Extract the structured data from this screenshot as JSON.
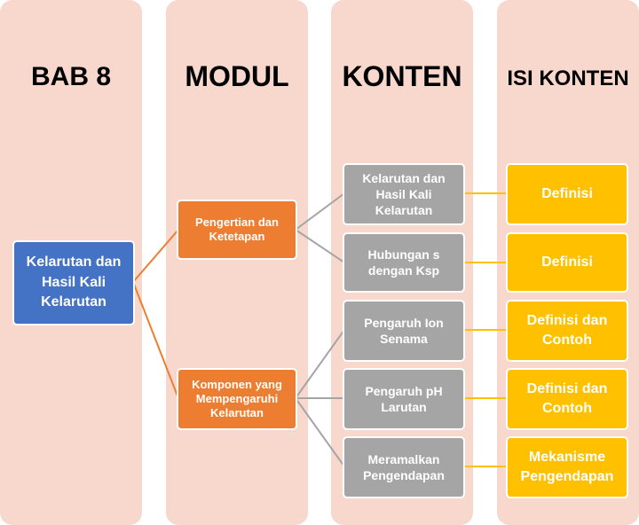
{
  "colors": {
    "column_background": "#f8d7cd",
    "topic": "#4472c4",
    "modul": "#ed7d31",
    "konten": "#a5a5a5",
    "isi": "#ffc000",
    "connector_orange": "#ed7d31",
    "connector_gray": "#a5a5a5",
    "connector_yellow": "#ffc000"
  },
  "columns": {
    "bab": "BAB 8",
    "modul": "MODUL",
    "konten": "KONTEN",
    "isi": "ISI KONTEN"
  },
  "topic": "Kelarutan  dan\nHasil  Kali\nKelarutan",
  "modules": [
    {
      "label": "Pengertian dan\nKetetapan",
      "contents": [
        {
          "label": "Kelarutan dan\nHasil Kali\nKelarutan",
          "isi": "Definisi"
        },
        {
          "label": "Hubungan s\ndengan Ksp",
          "isi": "Definisi"
        }
      ]
    },
    {
      "label": "Komponen yang\nMempengaruhi\nKelarutan",
      "contents": [
        {
          "label": "Pengaruh Ion\nSenama",
          "isi": "Definisi dan\nContoh"
        },
        {
          "label": "Pengaruh pH\nLarutan",
          "isi": "Definisi dan\nContoh"
        },
        {
          "label": "Meramalkan\nPengendapan",
          "isi": "Mekanisme\nPengendapan"
        }
      ]
    }
  ]
}
